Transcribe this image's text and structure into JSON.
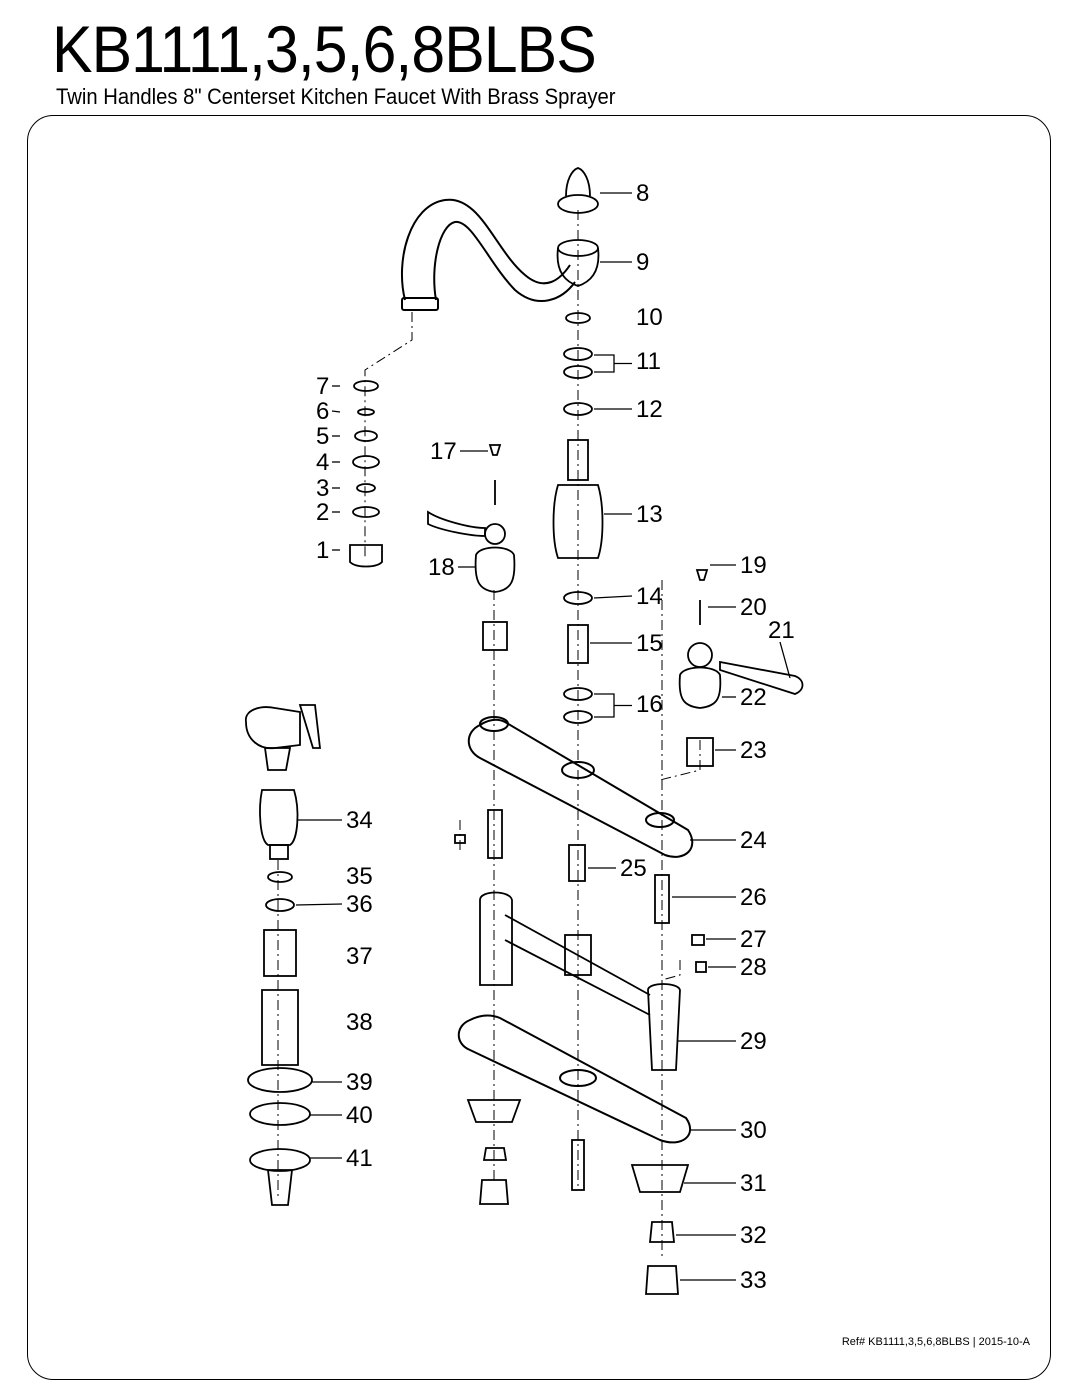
{
  "header": {
    "title": "KB1111,3,5,6,8BLBS",
    "subtitle": "Twin Handles 8\" Centerset Kitchen Faucet With Brass Sprayer"
  },
  "footer": {
    "ref": "Ref# KB1111,3,5,6,8BLBS | 2015-10-A"
  },
  "parts": [
    {
      "num": "1"
    },
    {
      "num": "2"
    },
    {
      "num": "3"
    },
    {
      "num": "4"
    },
    {
      "num": "5"
    },
    {
      "num": "6"
    },
    {
      "num": "7"
    },
    {
      "num": "8"
    },
    {
      "num": "9"
    },
    {
      "num": "10"
    },
    {
      "num": "11"
    },
    {
      "num": "12"
    },
    {
      "num": "13"
    },
    {
      "num": "14"
    },
    {
      "num": "15"
    },
    {
      "num": "16"
    },
    {
      "num": "17"
    },
    {
      "num": "18"
    },
    {
      "num": "19"
    },
    {
      "num": "20"
    },
    {
      "num": "21"
    },
    {
      "num": "22"
    },
    {
      "num": "23"
    },
    {
      "num": "24"
    },
    {
      "num": "25"
    },
    {
      "num": "26"
    },
    {
      "num": "27"
    },
    {
      "num": "28"
    },
    {
      "num": "29"
    },
    {
      "num": "30"
    },
    {
      "num": "31"
    },
    {
      "num": "32"
    },
    {
      "num": "33"
    },
    {
      "num": "34"
    },
    {
      "num": "35"
    },
    {
      "num": "36"
    },
    {
      "num": "37"
    },
    {
      "num": "38"
    },
    {
      "num": "39"
    },
    {
      "num": "40"
    },
    {
      "num": "41"
    }
  ]
}
